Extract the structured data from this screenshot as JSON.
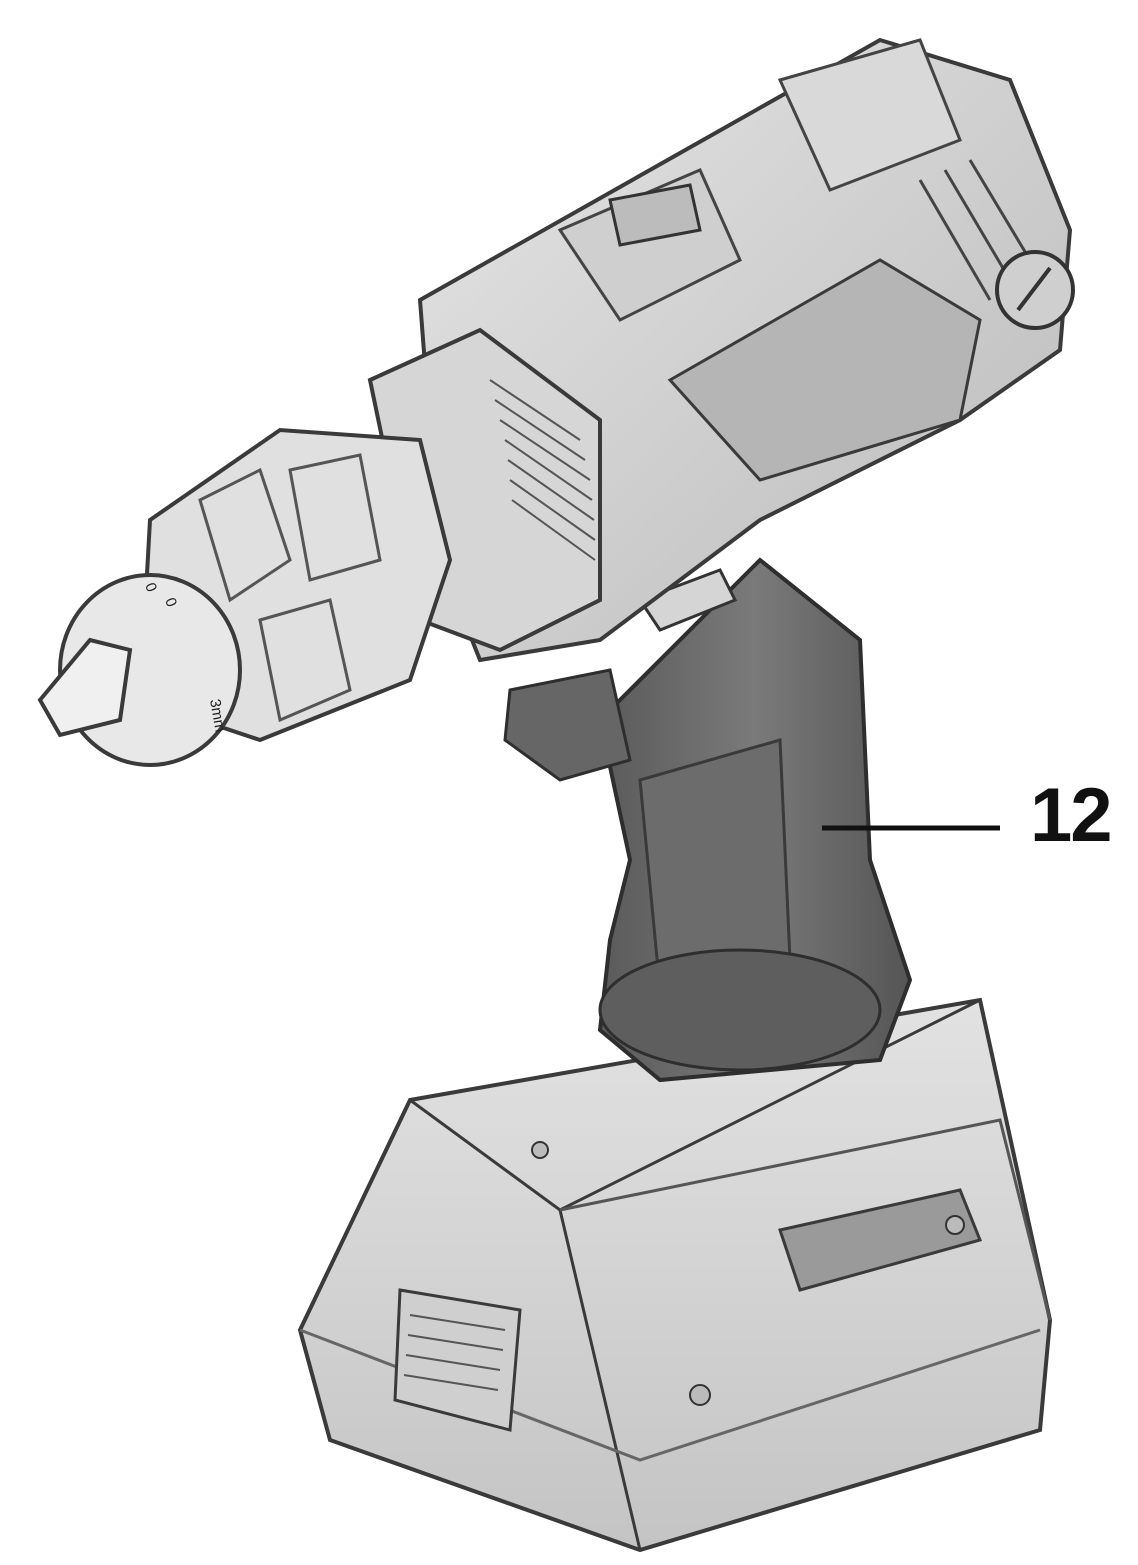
{
  "figure": {
    "callouts": [
      {
        "number": "12",
        "target": "handle grip"
      }
    ],
    "chuck_markings": [
      "3mm",
      "0",
      "0"
    ],
    "colors": {
      "body_light": "#d8d8d8",
      "body_mid": "#bdbdbd",
      "body_dark": "#8e8e8e",
      "grip": "#6a6a6a",
      "outline": "#3a3a3a",
      "leader": "#111111"
    }
  }
}
